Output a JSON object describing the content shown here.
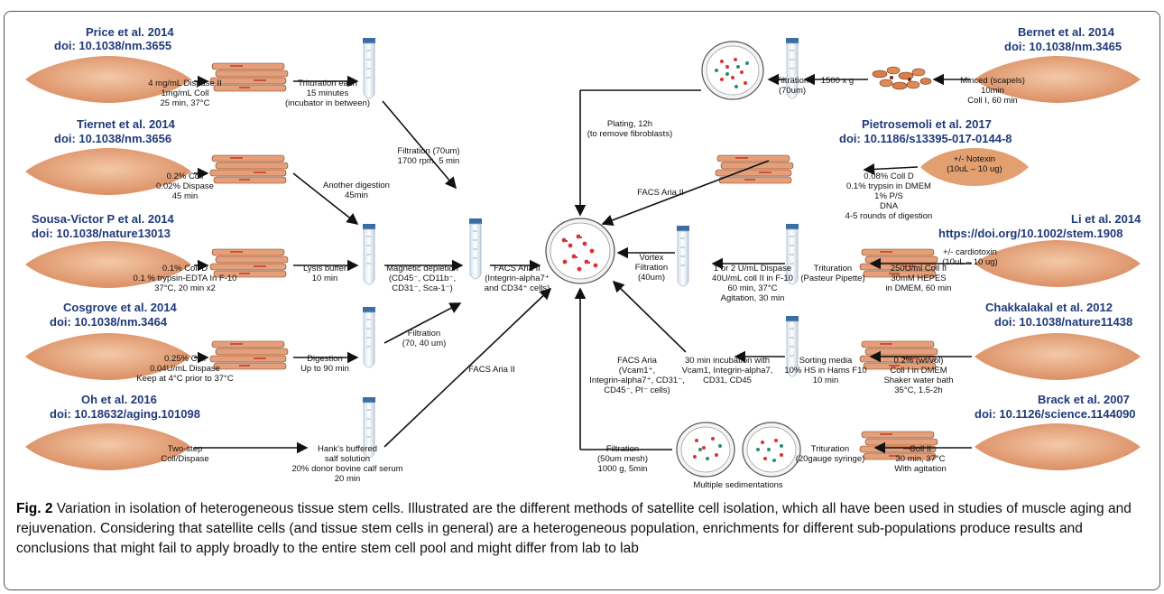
{
  "refs": {
    "price": {
      "title": "Price et al. 2014",
      "doi": "doi: 10.1038/nm.3655"
    },
    "tiernet": {
      "title": "Tiernet et al. 2014",
      "doi": "doi: 10.1038/nm.3656"
    },
    "sousa": {
      "title": "Sousa-Victor P et al. 2014",
      "doi": "doi: 10.1038/nature13013"
    },
    "cosgrove": {
      "title": "Cosgrove et al. 2014",
      "doi": "doi: 10.1038/nm.3464"
    },
    "oh": {
      "title": "Oh et al. 2016",
      "doi": "doi: 10.18632/aging.101098"
    },
    "bernet": {
      "title": "Bernet et al. 2014",
      "doi": "doi: 10.1038/nm.3465"
    },
    "pietro": {
      "title": "Pietrosemoli et al. 2017",
      "doi": "doi: 10.1186/s13395-017-0144-8"
    },
    "li": {
      "title": "Li et al. 2014",
      "doi": "https://doi.org/10.1002/stem.1908"
    },
    "chakka": {
      "title": "Chakkalakal et al. 2012",
      "doi": "doi: 10.1038/nature11438"
    },
    "brack": {
      "title": "Brack et al. 2007",
      "doi": "doi: 10.1126/science.1144090"
    }
  },
  "steps": {
    "price_digest": [
      "4 mg/mL Dispase II",
      "1mg/mL Coll",
      "25 min, 37°C"
    ],
    "price_trit": [
      "Trituration each",
      "15 minutes",
      "(incubator in between)"
    ],
    "price_filt": [
      "Filtration (70um)",
      "1700 rpm, 5 min"
    ],
    "tiernet_digest": [
      "0.2% Coll",
      "0.02% Dispase",
      "45 min"
    ],
    "tiernet_another": [
      "Another digestion",
      "45min"
    ],
    "sousa_digest": [
      "0.1% Coll D",
      "0.1 % trypsin-EDTA In F-10",
      "37°C, 20 min x2"
    ],
    "sousa_lysis": [
      "Lysis buffer",
      "10 min"
    ],
    "sousa_mag": [
      "Magnetic depletion",
      "(CD45⁻, CD11b⁻,",
      "CD31⁻, Sca-1⁻)"
    ],
    "sousa_facs": [
      "FACS Aria II",
      "(Integrin-alpha7⁺",
      "and CD34⁺ cells)"
    ],
    "cos_digest": [
      "0.25% Coll",
      "0.04U/mL Dispase",
      "Keep at 4°C prior to 37°C"
    ],
    "cos_dig2": [
      "Digestion",
      "Up to 90 min"
    ],
    "cos_filt": [
      "Filtration",
      "(70, 40 um)"
    ],
    "oh_digest": [
      "Two-step",
      "Coll/Dispase"
    ],
    "oh_hanks": [
      "Hank's buffered",
      "salf solution",
      "20% donor bovine calf serum",
      "20 min"
    ],
    "oh_facs": [
      "FACS Aria II"
    ],
    "bernet_minced": [
      "Minced (scapels)",
      "10min",
      "Coll I, 60 min"
    ],
    "bernet_g": [
      "1500 x g"
    ],
    "bernet_filt": [
      "Filtration",
      "(70um)"
    ],
    "bernet_plating": [
      "Plating, 12h",
      "(to remove fibroblasts)"
    ],
    "pietro_notexin": [
      "+/- Notexin",
      "(10uL – 10 ug)"
    ],
    "pietro_digest": [
      "0.08% Coll D",
      "0.1% trypsin in DMEM",
      "1% P/S",
      "DNA",
      "4-5 rounds of digestion"
    ],
    "pietro_facs": [
      "FACS Aria II"
    ],
    "li_cardio": [
      "+/- cardiotoxin",
      "(10uL – 10 ug)"
    ],
    "li_digest": [
      "250U/ml Coll II",
      "30mM HEPES",
      "in DMEM, 60 min"
    ],
    "li_trit": [
      "Trituration",
      "(Pasteur Pipette)"
    ],
    "li_dispase": [
      "1 or 2 U/mL Dispase",
      "40U/mL coll II in F-10",
      "60 min, 37°C",
      "Agitation, 30 min"
    ],
    "li_vortex": [
      "Vortex",
      "Filtration",
      "(40um)"
    ],
    "chakka_digest": [
      "0.2% (wt/vol)",
      "Coll I in DMEM",
      "Shaker water bath",
      "35°C, 1.5-2h"
    ],
    "chakka_sort": [
      "Sorting media",
      "10% HS in Hams F10",
      "10 min"
    ],
    "chakka_incub": [
      "30 min incubation with",
      "Vcam1, Integrin-alpha7,",
      "CD31, CD45"
    ],
    "chakka_facs": [
      "FACS Aria",
      "(Vcam1⁺,",
      "Integrin-alpha7⁺, CD31⁻,",
      "CD45⁻, PI⁻ cells)"
    ],
    "brack_digest": [
      "Coll II",
      "30 min, 37°C",
      "With agitation"
    ],
    "brack_trit": [
      "Trituration",
      "(20gauge syringe)"
    ],
    "brack_sed": [
      "Multiple sedimentations"
    ],
    "brack_filt": [
      "Filtration",
      "(50um mesh)",
      "1000 g, 5min"
    ]
  },
  "caption": {
    "label": "Fig. 2",
    "text": "Variation in isolation of heterogeneous tissue stem cells. Illustrated are the different methods of satellite cell isolation, which all have been used in studies of muscle aging and rejuvenation. Considering that satellite cells (and tissue stem cells in general) are a heterogeneous population, enrichments for different sub-populations produce results and conclusions that might fail to apply broadly to the entire stem cell pool and might differ from lab to lab"
  },
  "colors": {
    "ref_title": "#1f3a7a",
    "muscle": "#e9b08a",
    "fiber": "#e6a079",
    "fiber_line": "#c0392b",
    "red_cell": "#e03030",
    "green_cell": "#2a8c6a"
  }
}
